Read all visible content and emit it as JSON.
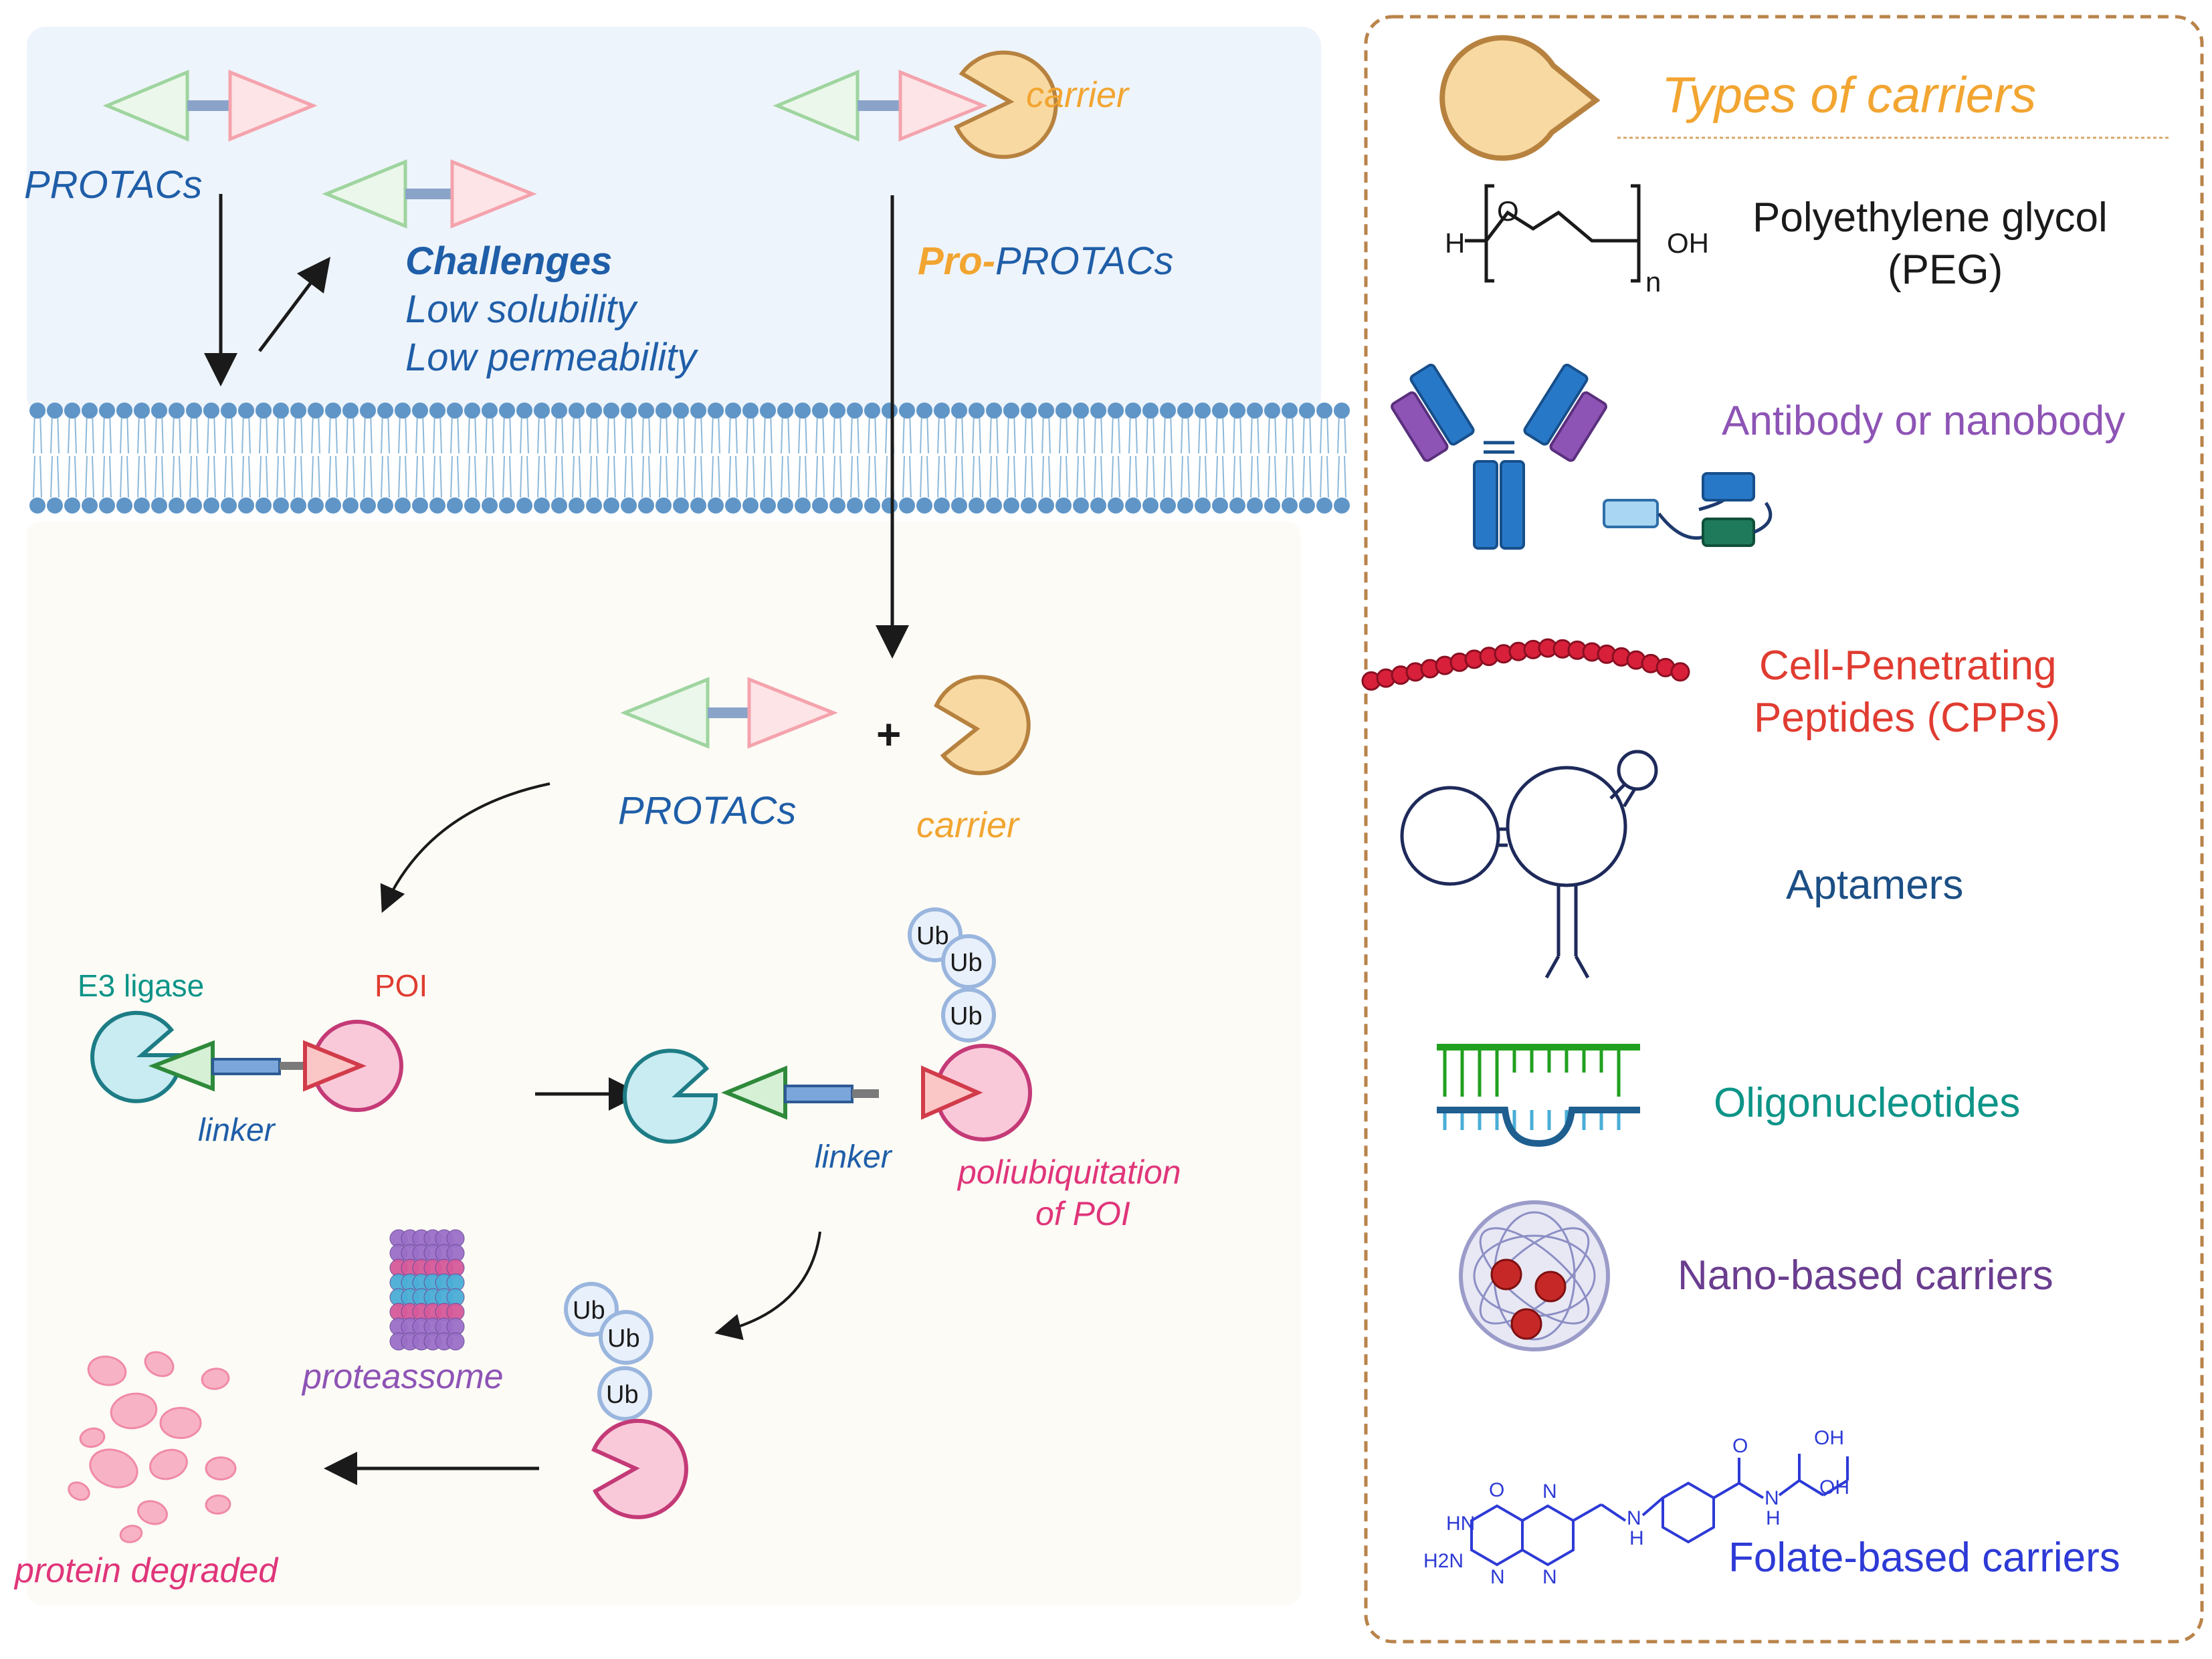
{
  "colors": {
    "blue_text": "#1f5ea8",
    "orange_text": "#f2a531",
    "teal_text": "#0d9488",
    "red_text": "#e03c31",
    "pink_text": "#e0357a",
    "purple_text": "#8e54b5",
    "violet_text": "#6a3d8f",
    "navy_text": "#1c4f85",
    "indigo_text": "#2d3ad6",
    "border_brown": "#b9834a",
    "outside_bg": "#eef4fb",
    "inside_bg": "#fcfbf6"
  },
  "left": {
    "protacs_top_label": "PROTACs",
    "challenges_title": "Challenges",
    "challenge_1": "Low solubility",
    "challenge_2": "Low permeability",
    "carrier_top_label": "carrier",
    "pro_prefix": "Pro-",
    "pro_suffix": "PROTACs",
    "protacs_mid_label": "PROTACs",
    "plus_sign": "+",
    "carrier_mid_label": "carrier",
    "e3_label": "E3 ligase",
    "poi_label": "POI",
    "linker_label_1": "linker",
    "linker_label_2": "linker",
    "poly_label_1": "poliubiquitation",
    "poly_label_2": "of POI",
    "ub_label": "Ub",
    "proteasome_label": "proteassome",
    "degraded_label": "protein degraded"
  },
  "right": {
    "title": "Types of carriers",
    "peg_label_1": "Polyethylene glycol",
    "peg_label_2": "(PEG)",
    "peg_h": "H",
    "peg_o": "O",
    "peg_oh": "OH",
    "peg_n": "n",
    "antibody_label": "Antibody or nanobody",
    "cpp_label_1": "Cell-Penetrating",
    "cpp_label_2": "Peptides (CPPs)",
    "aptamers_label": "Aptamers",
    "oligo_label": "Oligonucleotides",
    "nano_label": "Nano-based carriers",
    "folate_label": "Folate-based carriers",
    "folate_atom_oh": "OH",
    "folate_atom_o": "O",
    "folate_atom_n": "N",
    "folate_atom_h": "H",
    "folate_atom_hn": "HN",
    "folate_atom_h2n": "H2N"
  }
}
